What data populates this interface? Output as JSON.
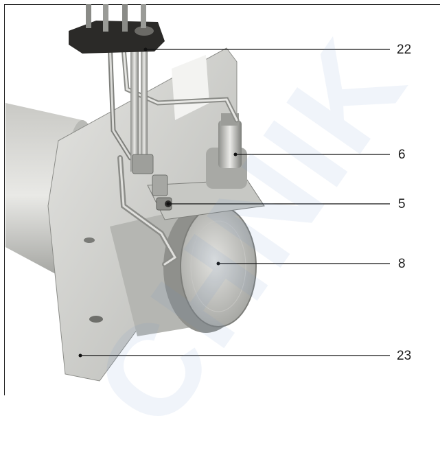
{
  "callouts": [
    {
      "id": "22",
      "label": "22"
    },
    {
      "id": "6",
      "label": "6"
    },
    {
      "id": "5",
      "label": "5"
    },
    {
      "id": "8",
      "label": "8"
    },
    {
      "id": "23",
      "label": "23"
    }
  ],
  "watermark": {
    "text": "CHNIK"
  },
  "colors": {
    "steel_light": "#d9d9d6",
    "steel_mid": "#a9aaa6",
    "steel_dark": "#6e6f6b",
    "gasket": "#2b2a28",
    "leader": "#111111"
  }
}
